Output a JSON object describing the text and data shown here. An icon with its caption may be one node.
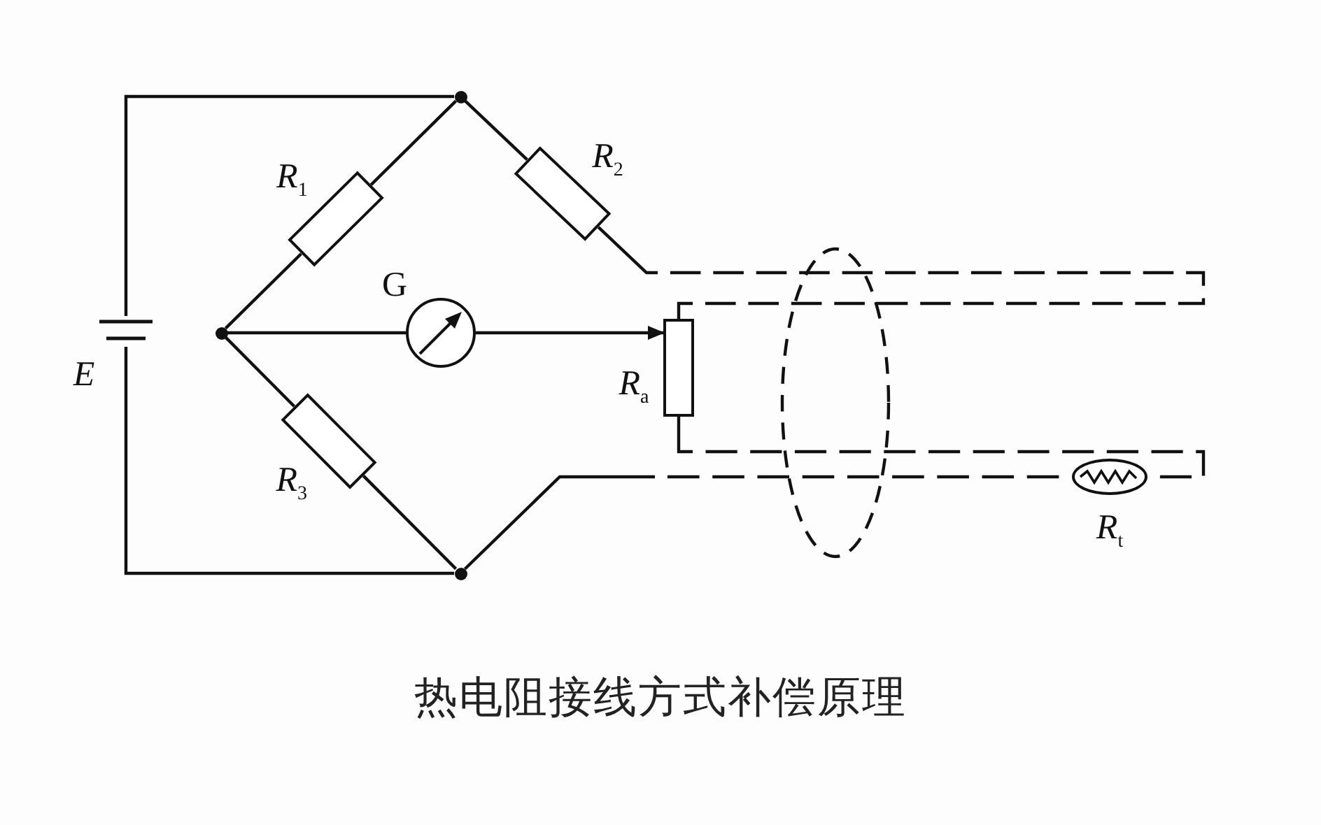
{
  "diagram": {
    "caption": "热电阻接线方式补偿原理",
    "nodes": [
      {
        "text": [],
        "shape": "circle"
      },
      {
        "text": [],
        "shape": "circle"
      },
      {
        "text": [],
        "shape": "circle"
      },
      {
        "text": [
          "E"
        ]
      },
      {
        "text": [
          "R$_{1}$"
        ]
      },
      {
        "text": [
          "R$_{2}$"
        ]
      },
      {
        "text": [
          "R$_{3}$"
        ]
      },
      {
        "text": [
          "G"
        ]
      },
      {
        "text": [
          "R$_{a}$"
        ]
      },
      {
        "text": [
          "R$_{t}$"
        ]
      }
    ],
    "edges": [
      {
        "from": 3,
        "to": 0,
        "arrow": "none"
      },
      {
        "from": 3,
        "to": 2,
        "arrow": "none"
      },
      {
        "from": 0,
        "to": 4,
        "arrow": "none"
      },
      {
        "from": 4,
        "to": 1,
        "arrow": "none"
      },
      {
        "from": 0,
        "to": 5,
        "arrow": "none"
      },
      {
        "from": 1,
        "to": 6,
        "arrow": "none"
      },
      {
        "from": 6,
        "to": 2,
        "arrow": "none"
      },
      {
        "from": 1,
        "to": 7,
        "arrow": "none"
      },
      {
        "from": 7,
        "to": 8,
        "arrow": "to"
      },
      {
        "from": 5,
        "to": 8,
        "arrow": "none",
        "style": "dashed"
      },
      {
        "from": 8,
        "to": 9,
        "arrow": "none",
        "style": "dashed"
      },
      {
        "from": 9,
        "to": 2,
        "arrow": "none",
        "style": "dashed"
      }
    ]
  }
}
